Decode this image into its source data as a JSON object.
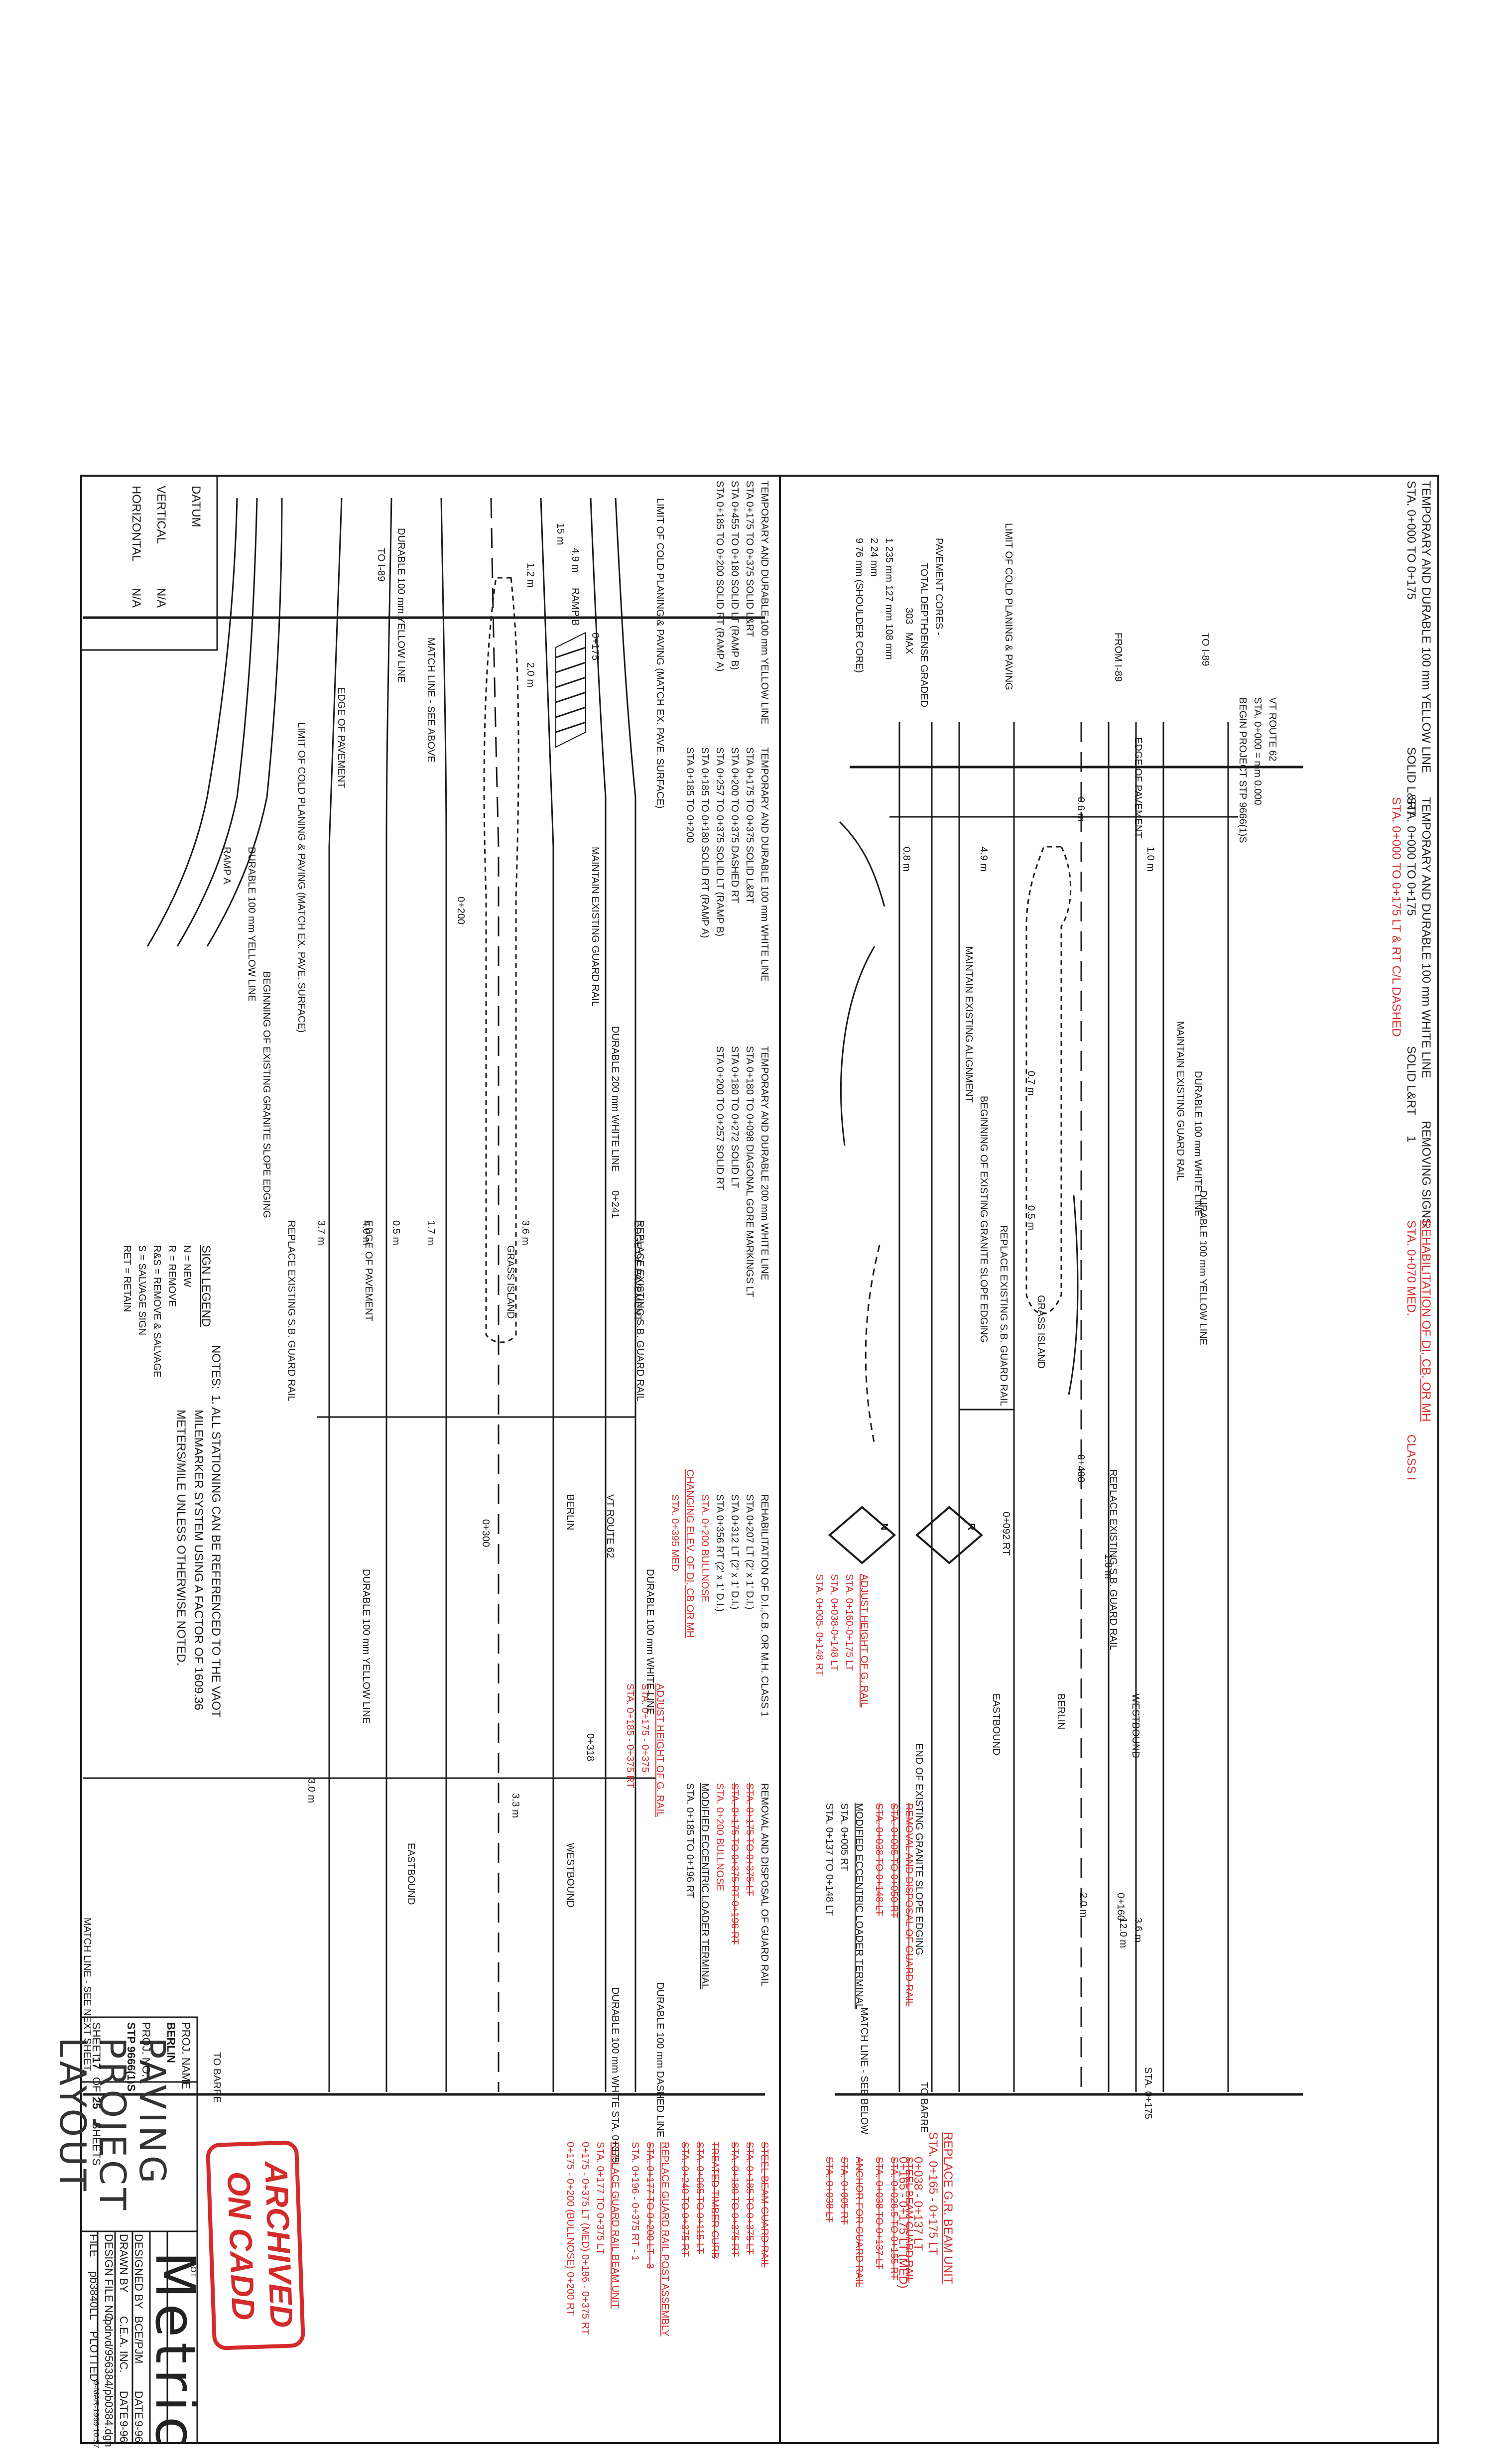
{
  "header": {
    "yellow_top": "TEMPORARY AND DURABLE 100 mm YELLOW LINE",
    "yellow_top_sta": "STA. 0+000 TO 0+175",
    "yellow_top_type": "SOLID L&RT",
    "white_top": "TEMPORARY AND DURABLE 100 mm WHITE LINE",
    "white_top_sta": "STA. 0+000 TO 0+175",
    "white_top_type": "SOLID L&RT",
    "white_top_red": "STA. 0+000 TO 0+175 LT & RT C/L DASHED",
    "removing_signs": "REMOVING SIGNS",
    "removing_one": "1",
    "rehab_db": "REHABILITATION OF DI, CB, OR MH",
    "rehab_class": "CLASS I",
    "rehab_sta": "STA. 0+070 MED."
  },
  "upper_labels": {
    "route": "VT ROUTE 62",
    "sta_start": "STA. 0+000 = mm 0.000",
    "begin_project": "BEGIN PROJECT STP 9666(1)S",
    "to_i89": "TO I-89",
    "from_i89": "FROM I-89",
    "limit": "LIMIT OF COLD PLANING & PAVING",
    "edge_pavement": "EDGE OF PAVEMENT",
    "maintain_guard": "MAINTAIN EXISTING GUARD RAIL",
    "maintain_alignment": "MAINTAIN EXISTING ALIGNMENT",
    "white_100": "DURABLE 100 mm WHITE LINE",
    "yellow_100": "DURABLE 100 mm YELLOW LINE",
    "beginning_granite": "BEGINNING OF EXISTING GRANITE SLOPE EDGING",
    "replace_sb": "REPLACE EXISTING S.B. GUARD RAIL",
    "replace_sb2": "REPLACE EXISTING S.B. GUARD RAIL",
    "grass_island": "GRASS ISLAND",
    "westbound": "WESTBOUND",
    "eastbound": "EASTBOUND",
    "berlin": "BERLIN",
    "end_granite": "END OF EXISTING GRANITE SLOPE EDGING",
    "sta_0400": "0+400",
    "sta_0092": "0+092 RT",
    "sta_0160": "0+160",
    "sta_0175": "STA. 0+175",
    "match_below": "MATCH LINE - SEE BELOW",
    "to_barre": "TO BARRE",
    "dim_08": "0.8 m",
    "dim_49": "4.9 m",
    "dim_07": "0.7 m",
    "dim_10": "1.0 m",
    "dim_05": "0.5 m",
    "dim_18": "1.8 m",
    "dim_36": "3.6 m",
    "dim_20": "2.0 m",
    "dim_12": "12.0 m",
    "dim_06": "0.6 m"
  },
  "pavement_cores": {
    "title": "PAVEMENT CORES -",
    "total": "TOTAL DEPTH",
    "depth": "303",
    "dense": "DENSE GRADED",
    "max": "MAX",
    "rows": [
      "1   235 mm  127 mm  108 mm",
      "2   24 mm",
      "9   76 mm (SHOULDER CORE)"
    ]
  },
  "upper_red": {
    "adjust": "ADJUST HEIGHT OF G. RAIL",
    "adjust_r1": "STA. 0+160-0+175 LT",
    "adjust_r2": "STA. 0+038-0+148 LT",
    "adjust_r3": "STA. 0+005- 0+148 RT",
    "removal": "REMOVAL AND DISPOSAL OF GUARD RAIL",
    "removal_r1": "STA. 0+005 TO 0+050 RT",
    "removal_r2": "STA. 0+038 TO 0+148 LT",
    "modified": "MODIFIED ECCENTRIC LOADER TERMINAL",
    "modified_r1": "STA. 0+005 RT",
    "modified_r2": "STA. 0+137 TO 0+148 LT",
    "steel": "STEEL BEAM GUARD RAIL",
    "steel_r1": "STA. 0+026.5 TO 0+155 RT",
    "steel_r2": "STA. 0+038 TO 0+137 LT",
    "anchor": "ANCHOR FOR GUARD RAIL",
    "anchor_r1": "STA. 0+005 RT",
    "anchor_r2": "STA. 0+038 LT",
    "replace": "REPLACE G.R. BEAM UNIT",
    "replace_r1": "STA. 0+165 - 0+175 LT",
    "replace_r2": "0+038 - 0+137 LT",
    "replace_r3": "0+165 - 0+175 LT (MED)"
  },
  "lower_table": {
    "yellow_h": "TEMPORARY AND DURABLE 100 mm YELLOW LINE",
    "yellow_rows": [
      "STA 0+175 TO 0+375   SOLID L&RT",
      "STA 0+455 TO 0+180   SOLID LT (RAMP B)",
      "STA 0+185 TO 0+200   SOLID RT (RAMP A)"
    ],
    "white_h": "TEMPORARY AND DURABLE 100 mm WHITE LINE",
    "white_rows": [
      "STA 0+175 TO 0+375   SOLID L&RT",
      "STA 0+200 TO 0+375   DASHED RT",
      "STA 0+257 TO 0+375   SOLID LT (RAMP B)",
      "STA 0+185 TO 0+180   SOLID RT (RAMP A)",
      "STA 0+185 TO 0+200"
    ],
    "white200_h": "TEMPORARY AND DURABLE 200 mm WHITE LINE",
    "white200_rows": [
      "STA 0+180 TO 0+098   DIAGONAL GORE MARKINGS LT",
      "STA 0+180 TO 0+272   SOLID LT",
      "STA 0+200 TO 0+257   SOLID RT"
    ],
    "rehab_h": "REHABILITATION OF D.I.,C.B. OR M.H.   CLASS 1",
    "rehab_rows": [
      "STA 0+207 LT   (2' x 1' D.I.)",
      "STA 0+312 LT   (2' x 1' D.I.)",
      "STA 0+356 RT   (2' x 1' D.I.)"
    ],
    "rehab_red": "STA. 0+200 BULLNOSE",
    "changing": "CHANGING ELEV. OF DI, CB OR MH",
    "changing_sta": "STA. 0+395 MED",
    "removal_h": "REMOVAL AND DISPOSAL OF GUARD RAIL",
    "removal_rows": [
      "STA. 0+175 TO 0+375 LT",
      "STA. 0+175 TO 0+375 RT 0+196 RT",
      "STA. 0+200 BULLNOSE"
    ],
    "modified_h": "MODIFIED ECCENTRIC LOADER TERMINAL",
    "modified_rows": [
      "STA. 0+185 TO 0+196 RT"
    ],
    "adjust_h": "ADJUST HEIGHT OF G. RAIL",
    "adjust_rows": [
      "STA. 0+175 - 0+375",
      "STA. 0+185 - 0+375 RT"
    ],
    "steel_h": "STEEL BEAM GUARD RAIL",
    "steel_rows": [
      "STA. 0+185 TO 0+375 LT",
      "STA. 0+180 TO 0+375 RT"
    ],
    "treated_h": "TREATED TIMBER CURB",
    "treated_rows": [
      "STA. 0+065 TO 0+115 LT",
      "STA. 0+240 TO 0+375 RT"
    ],
    "replace_h": "REPLACE GUARD RAIL POST ASSEMBLY",
    "replace_rows": [
      "STA. 0+177 TO 0+200 LT - 3",
      "STA. 0+196 - 0+375 RT - 1"
    ],
    "beam_h": "REPLACE GUARD RAIL BEAM UNIT",
    "beam_rows": [
      "STA. 0+177 TO 0+375 LT",
      "0+175 - 0+375 LT (MED) 0+196 - 0+375 RT",
      "0+175 - 0+200 (BULLNOSE) 0+200 RT"
    ]
  },
  "lower_labels": {
    "limit1": "LIMIT OF COLD PLANING & PAVING (MATCH EX. PAVE. SURFACE)",
    "limit2": "LIMIT OF COLD PLANING & PAVING (MATCH EX. PAVE. SURFACE)",
    "ramp_b": "RAMP B",
    "ramp_a": "RAMP A",
    "sta_ramp": "0+175",
    "match_above": "MATCH LINE - SEE ABOVE",
    "edge": "EDGE OF PAVEMENT",
    "edge2": "EDGE OF PAVEMENT",
    "edge3": "EDGE OF PAVEMENT",
    "to_i89": "TO I-89",
    "durable_yellow": "DURABLE 100 mm YELLOW LINE",
    "durable_yellow2": "DURABLE 100 mm YELLOW LINE",
    "durable_yellow3": "DURABLE 100 mm YELLOW LINE",
    "maintain_guard": "MAINTAIN EXISTING GUARD RAIL",
    "durable_white200": "DURABLE 200 mm WHITE LINE",
    "beginning_granite": "BEGINNING OF EXISTING GRANITE SLOPE EDGING",
    "replace_sb": "REPLACE EXISTING S.B. GUARD RAIL",
    "replace_sb2": "REPLACE EXISTING S.B. GUARD RAIL",
    "grass_island": "GRASS ISLAND",
    "route": "VT ROUTE 62",
    "berlin": "BERLIN",
    "westbound": "WESTBOUND",
    "eastbound": "EASTBOUND",
    "sta_0200": "0+200",
    "sta_0241": "0+241",
    "sta_0300": "0+300",
    "sta_0318": "0+318",
    "white_100": "DURABLE 100 mm WHITE LINE",
    "white_dashed": "DURABLE 100 mm DASHED LINE",
    "white_sta": "DURABLE 100 mm WHITE   STA. 0+375",
    "match_next": "MATCH LINE - SEE NEXT SHEET",
    "to_barre": "TO BARRE",
    "dim_49": "4.9 m",
    "dim_12": "1.2 m",
    "dim_15": "15 m",
    "dim_36": "3.6 m",
    "dim_37": "3.7 m",
    "dim_40": "4.0 m",
    "dim_05": "0.5 m",
    "dim_17": "1.7 m",
    "dim_33": "3.3 m",
    "dim_30": "3.0 m",
    "dim_20": "2.0 m"
  },
  "sign_legend": {
    "title": "SIGN LEGEND",
    "rows": [
      "N =   NEW",
      "R =   REMOVE",
      "R&S =   REMOVE & SALVAGE",
      "S =   SALVAGE SIGN",
      "RET =   RETAIN"
    ]
  },
  "notes": {
    "title": "NOTES:",
    "line1": "1. ALL STATIONING CAN BE REFERENCED TO THE VAOT",
    "line2": "MILEMARKER SYSTEM USING A FACTOR OF 1609.36",
    "line3": "METERS/MILE UNLESS OTHERWISE NOTED."
  },
  "datum": {
    "title": "DATUM",
    "vertical": "VERTICAL",
    "vertical_v": "N/A",
    "horizontal": "HORIZONTAL",
    "horizontal_v": "N/A"
  },
  "stamp": {
    "line1": "ARCHIVED",
    "line2": "ON CADD"
  },
  "title_block": {
    "title1": "PAVING",
    "title2": "PROJECT",
    "title3": "LAYOUT",
    "logo": "Metric",
    "logo_small": "VAOT",
    "designed_by": "DESIGNED BY",
    "designed_v": "BCE/PJM",
    "date1": "DATE",
    "date1_v": "9-96",
    "drawn_by": "DRAWN BY",
    "drawn_v": "C.E.A. INC.",
    "date2": "DATE",
    "date2_v": "9-96",
    "design_file": "DESIGN FILE NO.",
    "design_file_v": "/pdrvd/956384/pb0384.dgn",
    "plot_file": "FILE",
    "plot_file_v": "pb3840LL",
    "plotted": "PLOTTED",
    "plotted_v": "9-MAR-1999 10:37",
    "proj_name": "PROJ. NAME",
    "proj_name_v": "BERLIN",
    "proj_no": "PROJ. NO.",
    "proj_no_v": "STP 9666(1)S",
    "sheet": "SHEET",
    "sheet_v": "17",
    "of": "OF",
    "of_v": "25",
    "sheets": "SHEETS"
  },
  "signs": {
    "r": "R",
    "n": "N"
  },
  "colors": {
    "red": "#d42a2a",
    "ink": "#1a1a1a"
  }
}
